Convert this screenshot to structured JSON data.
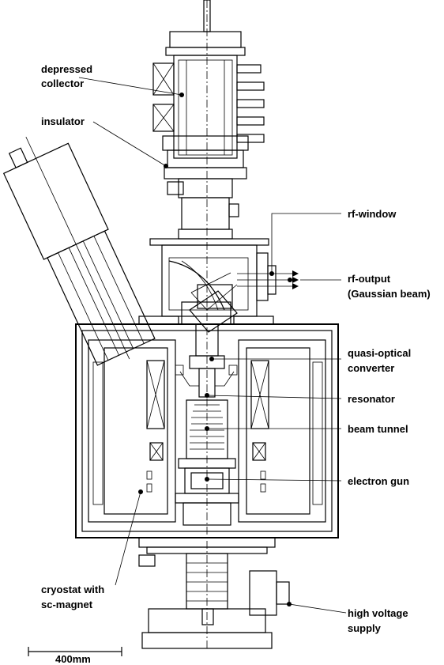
{
  "labels": {
    "depressed_collector": [
      "depressed",
      "collector"
    ],
    "insulator": "insulator",
    "rf_window": "rf-window",
    "rf_output": [
      "rf-output",
      "(Gaussian beam)"
    ],
    "quasi_optical_converter": [
      "quasi-optical",
      "converter"
    ],
    "resonator": "resonator",
    "beam_tunnel": "beam tunnel",
    "electron_gun": "electron gun",
    "cryostat": [
      "cryostat with",
      "sc-magnet"
    ],
    "hv_supply": [
      "high voltage",
      "supply"
    ]
  },
  "scale_bar": {
    "label": "400mm"
  },
  "colors": {
    "line": "#000000",
    "background": "#ffffff"
  }
}
